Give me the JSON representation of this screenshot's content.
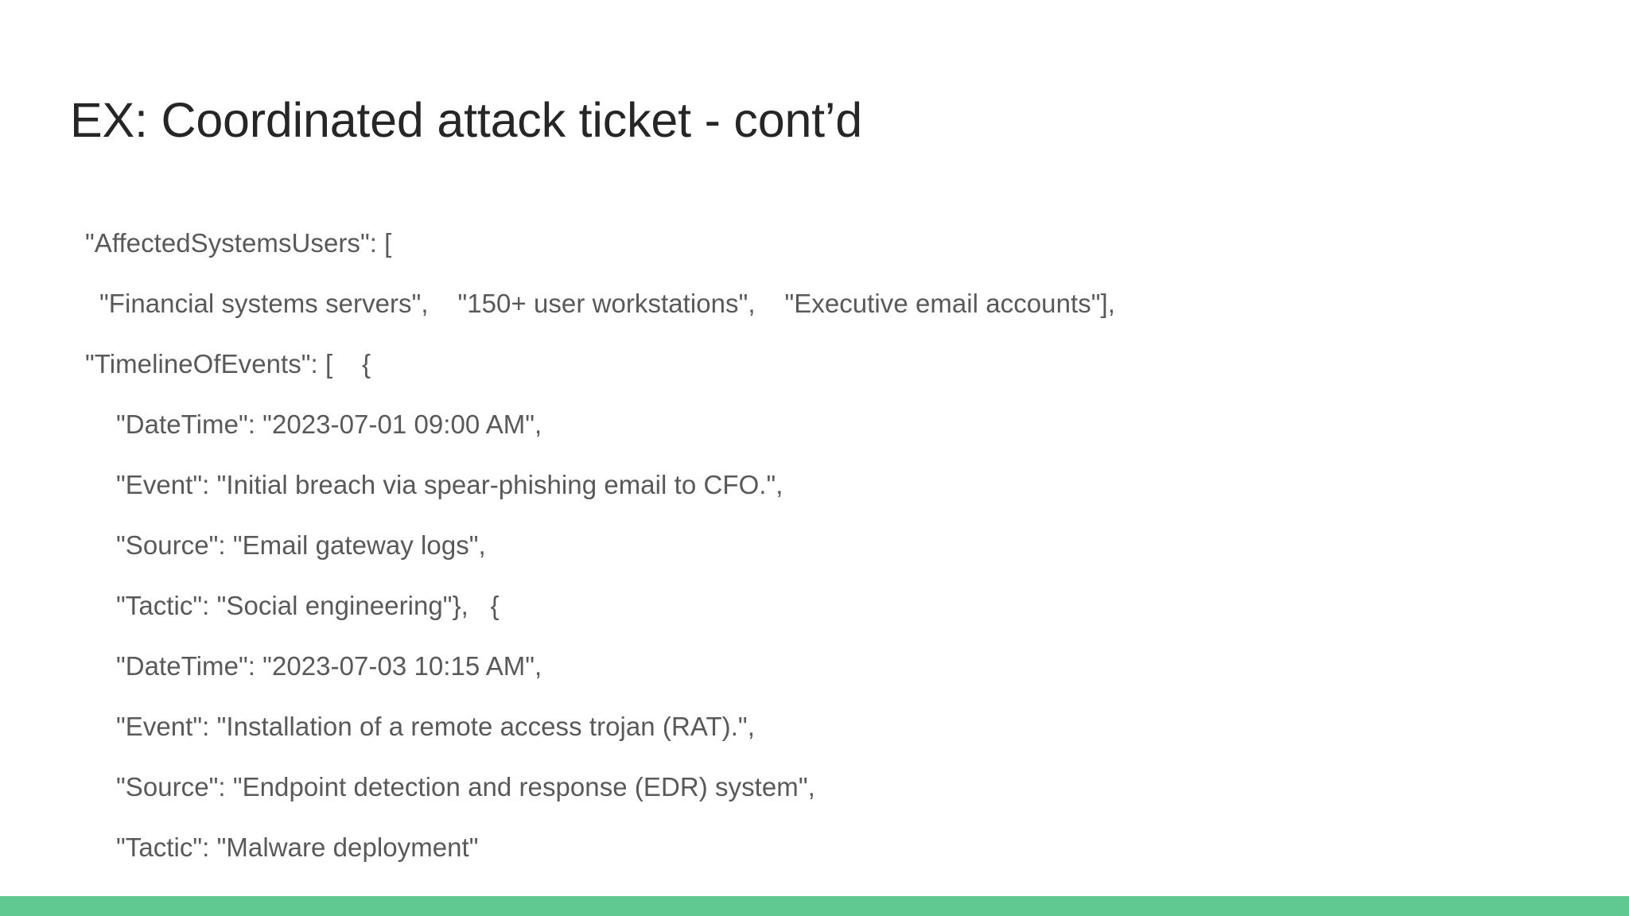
{
  "slide": {
    "title": "EX: Coordinated attack ticket - cont’d",
    "background_color": "#ffffff",
    "title_color": "#262626",
    "body_color": "#595959",
    "accent_bar_color": "#5fc991",
    "body_lines": [
      {
        "indent": 0,
        "text": "\"AffectedSystemsUsers\": ["
      },
      {
        "indent": 1,
        "text": "\"Financial systems servers\",    \"150+ user workstations\",    \"Executive email accounts\"],"
      },
      {
        "indent": 0,
        "text": "\"TimelineOfEvents\": [    {"
      },
      {
        "indent": 2,
        "text": "\"DateTime\": \"2023-07-01 09:00 AM\","
      },
      {
        "indent": 2,
        "text": "\"Event\": \"Initial breach via spear-phishing email to CFO.\","
      },
      {
        "indent": 2,
        "text": "\"Source\": \"Email gateway logs\","
      },
      {
        "indent": 2,
        "text": "\"Tactic\": \"Social engineering\"},   {"
      },
      {
        "indent": 2,
        "text": "\"DateTime\": \"2023-07-03 10:15 AM\","
      },
      {
        "indent": 2,
        "text": "\"Event\": \"Installation of a remote access trojan (RAT).\","
      },
      {
        "indent": 2,
        "text": "\"Source\": \"Endpoint detection and response (EDR) system\","
      },
      {
        "indent": 2,
        "text": "\"Tactic\": \"Malware deployment\""
      },
      {
        "indent": 1,
        "text": "},"
      }
    ]
  }
}
